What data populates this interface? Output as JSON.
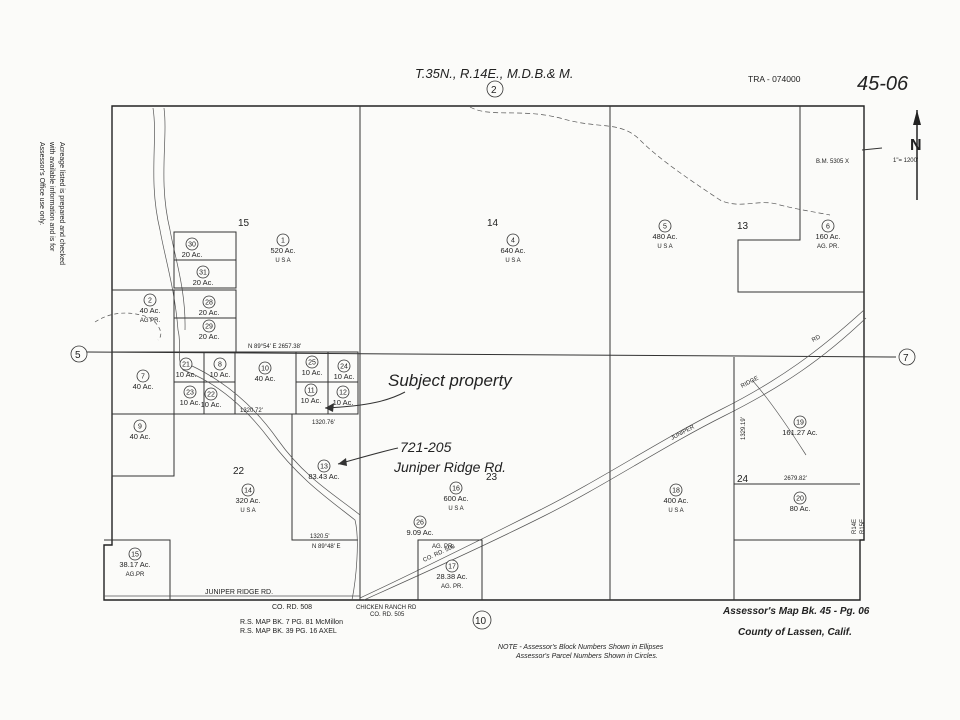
{
  "header": {
    "township": "T.35N., R.14E., M.D.B.& M.",
    "tra": "TRA - 074000",
    "page_number": "45-06",
    "scale": "1\"= 1200'"
  },
  "side_note": [
    "Acreage listed is prepared and checked",
    "with available information and is for",
    "Assessor's Office use only."
  ],
  "adjoining": {
    "north": "2",
    "west": "5",
    "east": "7",
    "south": "10"
  },
  "benchmark": "B.M. 5305 X",
  "sections": [
    "15",
    "14",
    "13",
    "22",
    "23",
    "24"
  ],
  "parcels": [
    {
      "num": "1",
      "acres": "520 Ac.",
      "owner": "U S A"
    },
    {
      "num": "4",
      "acres": "640 Ac.",
      "owner": "U S A"
    },
    {
      "num": "5",
      "acres": "480 Ac.",
      "owner": "U S A"
    },
    {
      "num": "6",
      "acres": "160 Ac.",
      "owner": "AG. PR."
    },
    {
      "num": "30",
      "acres": "20 Ac.",
      "owner": ""
    },
    {
      "num": "31",
      "acres": "20 Ac.",
      "owner": ""
    },
    {
      "num": "28",
      "acres": "20 Ac.",
      "owner": ""
    },
    {
      "num": "29",
      "acres": "20 Ac.",
      "owner": ""
    },
    {
      "num": "2",
      "acres": "40 Ac.",
      "owner": "AG PR."
    },
    {
      "num": "7",
      "acres": "40 Ac.",
      "owner": ""
    },
    {
      "num": "21",
      "acres": "10 Ac.",
      "owner": ""
    },
    {
      "num": "8",
      "acres": "10 Ac.",
      "owner": ""
    },
    {
      "num": "23",
      "acres": "10 Ac.",
      "owner": ""
    },
    {
      "num": "22",
      "acres": "10 Ac.",
      "owner": ""
    },
    {
      "num": "10",
      "acres": "40 Ac.",
      "owner": ""
    },
    {
      "num": "25",
      "acres": "10 Ac.",
      "owner": ""
    },
    {
      "num": "24",
      "acres": "10 Ac.",
      "owner": ""
    },
    {
      "num": "11",
      "acres": "10 Ac.",
      "owner": ""
    },
    {
      "num": "12",
      "acres": "10 Ac.",
      "owner": ""
    },
    {
      "num": "9",
      "acres": "40 Ac.",
      "owner": ""
    },
    {
      "num": "13",
      "acres": "83.43 Ac.",
      "owner": ""
    },
    {
      "num": "14",
      "acres": "320 Ac.",
      "owner": "U S A"
    },
    {
      "num": "16",
      "acres": "600 Ac.",
      "owner": "U S A"
    },
    {
      "num": "18",
      "acres": "400 Ac.",
      "owner": "U S A"
    },
    {
      "num": "19",
      "acres": "161.27 Ac.",
      "owner": ""
    },
    {
      "num": "20",
      "acres": "80 Ac.",
      "owner": ""
    },
    {
      "num": "15",
      "acres": "38.17 Ac.",
      "owner": "AG.PR"
    },
    {
      "num": "26",
      "acres": "9.09 Ac.",
      "owner": ""
    },
    {
      "num": "17",
      "acres": "28.38 Ac.",
      "owner": "AG. PR."
    }
  ],
  "roads": {
    "juniper_ridge_diag": "JUNIPER",
    "ridge": "RIDGE",
    "rd": "RD",
    "juniper_ridge_rd": "JUNIPER      RIDGE      RD.",
    "co_rd_508_left": "CO. RD. 508",
    "co_rd_508_diag": "CO. RD.   508",
    "ag_pr": "AG. PR.",
    "chicken_ranch": "CHICKEN RANCH RD",
    "chicken_ranch_sub": "CO. RD. 505"
  },
  "annotations": {
    "subject": "Subject property",
    "apn": "721-205",
    "address": "Juniper Ridge Rd."
  },
  "rs_maps": [
    "R.S. MAP BK. 7  PG. 81  McMillon",
    "R.S. MAP BK. 39  PG. 16  AXEL"
  ],
  "footer": {
    "book": "Assessor's Map Bk. 45 - Pg. 06",
    "county": "County of Lassen, Calif.",
    "note1": "NOTE - Assessor's Block Numbers Shown in Ellipses",
    "note2": "Assessor's Parcel Numbers Shown in Circles."
  },
  "range_labels": {
    "r14e": "R14E",
    "r15e": "R15E"
  },
  "bearings": [
    "N 89°54' E   2657.38'",
    "1320.72'",
    "1320.76'",
    "1320.5'",
    "1329.19'",
    "2679.82'",
    "N 89°48' E"
  ]
}
